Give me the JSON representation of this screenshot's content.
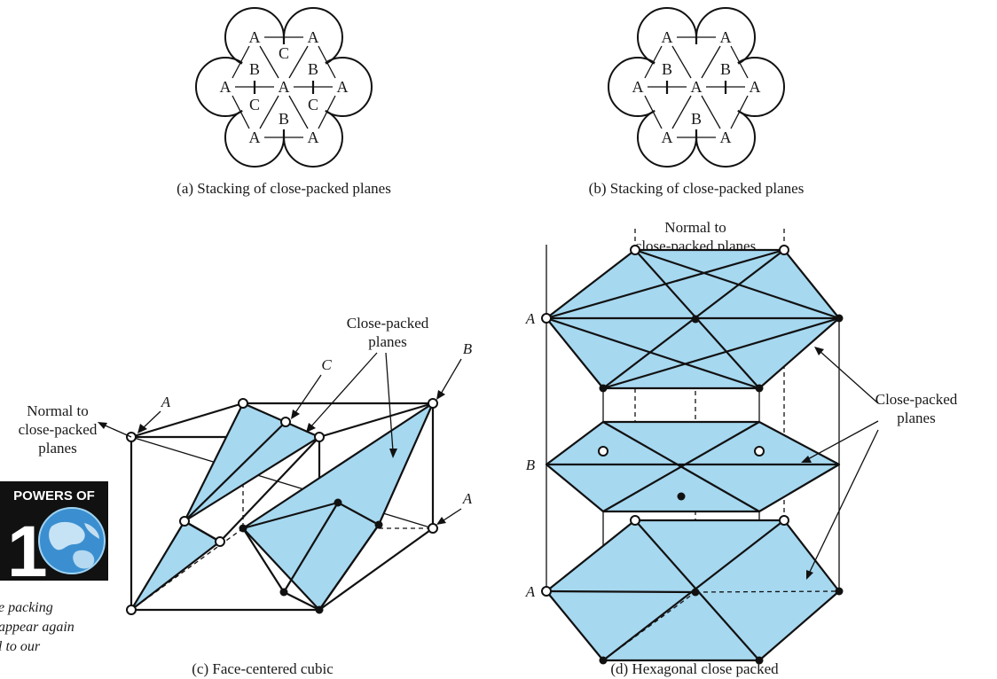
{
  "panels": {
    "a": {
      "caption": "(a) Stacking of close-packed planes",
      "letters": {
        "top_left_a": "A",
        "top_right_a": "A",
        "top_c": "C",
        "left_b": "B",
        "right_b": "B",
        "mid_left_a": "A",
        "center_a": "A",
        "mid_right_a": "A",
        "left_c": "C",
        "bottom_b": "B",
        "right_c": "C",
        "bottom_left_a": "A",
        "bottom_right_a": "A"
      }
    },
    "b": {
      "caption": "(b) Stacking of close-packed planes",
      "letters": {
        "top_left_a": "A",
        "top_right_a": "A",
        "left_b": "B",
        "right_b": "B",
        "mid_left_a": "A",
        "center_a": "A",
        "mid_right_a": "A",
        "bottom_b": "B",
        "bottom_left_a": "A",
        "bottom_right_a": "A"
      }
    },
    "c": {
      "caption": "(c) Face-centered cubic",
      "normal_label_line1": "Normal to",
      "normal_label_line2": "close-packed",
      "normal_label_line3": "planes",
      "planes_label_line1": "Close-packed",
      "planes_label_line2": "planes",
      "layer_a_top": "A",
      "layer_c": "C",
      "layer_b": "B",
      "layer_a_bottom": "A"
    },
    "d": {
      "caption": "(d) Hexagonal close packed",
      "normal_label_line1": "Normal to",
      "normal_label_line2": "close-packed planes",
      "planes_label_line1": "Close-packed",
      "planes_label_line2": "planes",
      "layer_a_top": "A",
      "layer_b": "B",
      "layer_a_bottom": "A"
    }
  },
  "logo": {
    "title": "POWERS OF",
    "numeral": "1",
    "icon": "earth-globe-icon"
  },
  "side_note": {
    "line1": "e packing",
    "line2": "appear again",
    "line3": "l to our"
  },
  "colors": {
    "plane_fill": "#a6d8f0",
    "line": "#111111"
  }
}
